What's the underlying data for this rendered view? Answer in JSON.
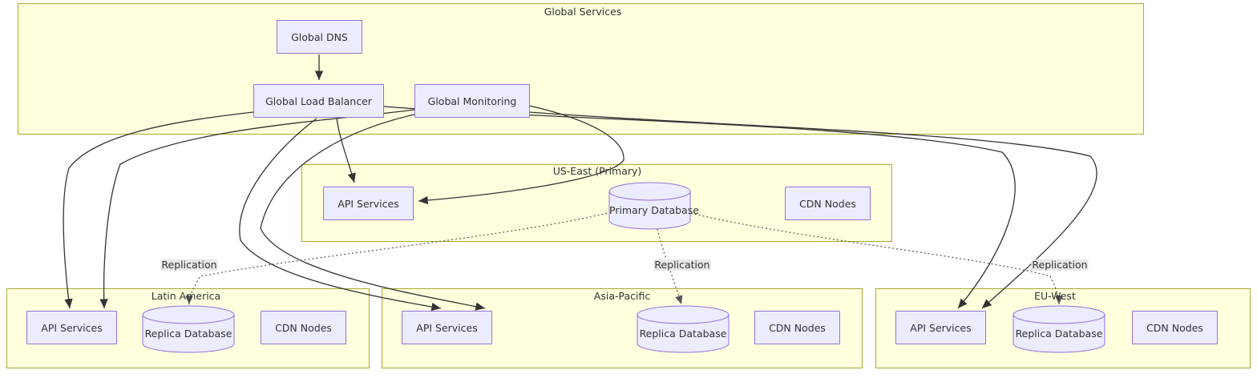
{
  "diagram": {
    "type": "architecture-flowchart",
    "title_visible": false,
    "colors": {
      "cluster_fill": "#ffffde",
      "cluster_stroke": "#aaaa33",
      "node_fill": "#ECECFF",
      "node_stroke": "#9370DB",
      "edge_stroke": "#333333",
      "label_bg": "#e8e8e8",
      "text": "#333333"
    }
  },
  "clusters": {
    "global": {
      "title": "Global Services"
    },
    "us_east": {
      "title": "US-East (Primary)"
    },
    "latam": {
      "title": "Latin America"
    },
    "apac": {
      "title": "Asia-Pacific"
    },
    "euwest": {
      "title": "EU-West"
    }
  },
  "nodes": {
    "global_dns": "Global DNS",
    "global_lb": "Global Load Balancer",
    "global_monitoring": "Global Monitoring",
    "us_api": "API Services",
    "us_db": "Primary Database",
    "us_cdn": "CDN Nodes",
    "latam_api": "API Services",
    "latam_db": "Replica Database",
    "latam_cdn": "CDN Nodes",
    "apac_api": "API Services",
    "apac_db": "Replica Database",
    "apac_cdn": "CDN Nodes",
    "eu_api": "API Services",
    "eu_db": "Replica Database",
    "eu_cdn": "CDN Nodes"
  },
  "edge_labels": {
    "replication_latam": "Replication",
    "replication_apac": "Replication",
    "replication_euwest": "Replication"
  }
}
